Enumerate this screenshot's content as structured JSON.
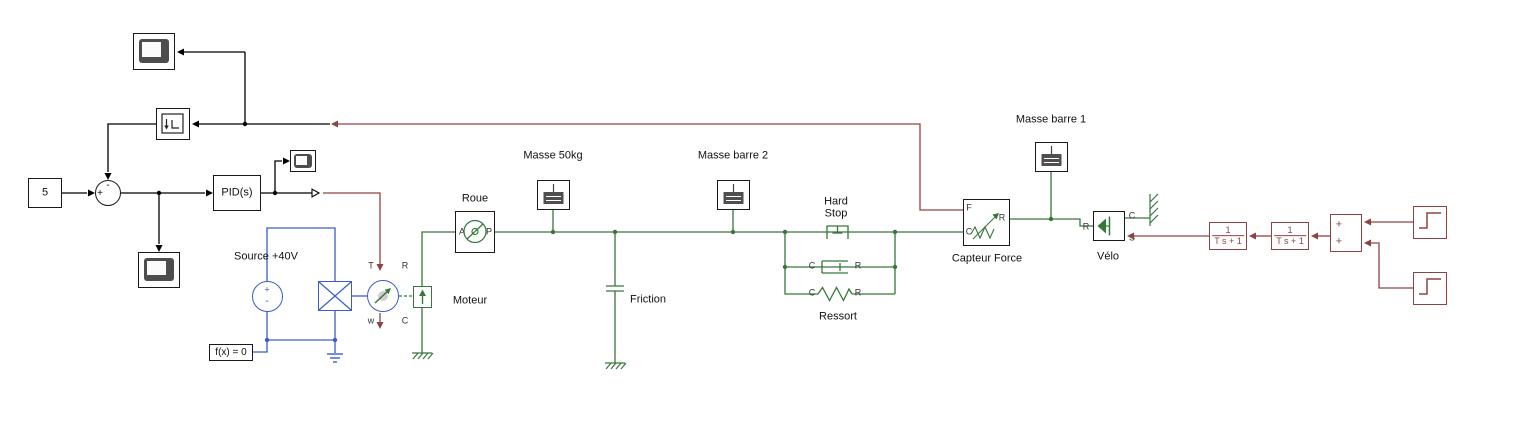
{
  "colors": {
    "signal": "#000000",
    "physical_signal": "#8e4343",
    "electrical": "#3c5cc8",
    "mechanical": "#37773b",
    "background": "#ffffff"
  },
  "labels": {
    "constant": "5",
    "pid": "PID(s)",
    "source": "Source +40V",
    "solver": "f(x) = 0",
    "moteur": "Moteur",
    "roue": "Roue",
    "masse50": "Masse 50kg",
    "friction": "Friction",
    "masse_barre2": "Masse barre 2",
    "hard1": "Hard",
    "hard2": "Stop",
    "ressort": "Ressort",
    "capteur": "Capteur Force",
    "masse_barre1": "Masse barre 1",
    "velo": "Vélo"
  },
  "tf": {
    "num": "1",
    "den": "T s + 1"
  },
  "signs": {
    "plus": "+",
    "minus": "-"
  },
  "ports": {
    "a": "A",
    "p": "P",
    "t": "T",
    "w": "w",
    "r": "R",
    "c": "C",
    "f": "F",
    "s": "S"
  },
  "icons": {
    "scope": "scope-display",
    "step_shape": "step-signal",
    "sum": "sum-circle",
    "mass": "mass-weight",
    "spring": "spring-zigzag",
    "damper": "damper-cylinder",
    "hard_stop": "hard-stop-bracket",
    "mech_ground": "mechanical-reference-hatch",
    "elec_ground": "electrical-ground",
    "wall": "translational-reference-wall",
    "motor": "motor-circle-arrow",
    "wheel": "wheel-axle",
    "winding": "crossed-winding"
  }
}
